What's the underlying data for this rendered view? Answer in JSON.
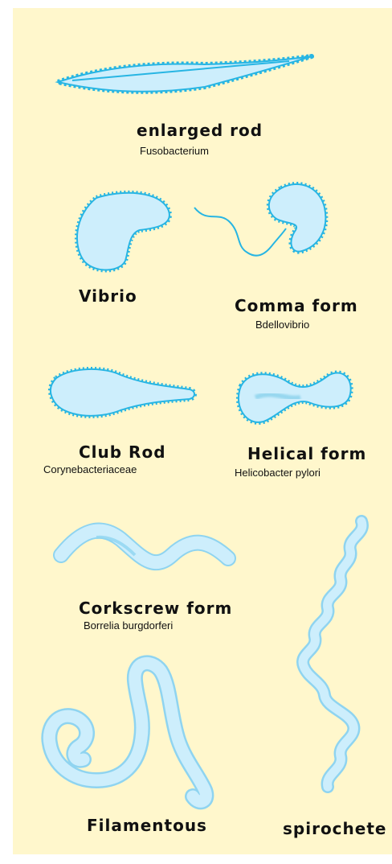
{
  "colors": {
    "background": "#fff7cc",
    "cell_fill": "#cdeefc",
    "cell_outline": "#27b5e3",
    "spiral_fill": "#cdeefc",
    "spiral_outline": "#8fd4f0"
  },
  "shapes": [
    {
      "name": "enlarged-rod",
      "label": "enlarged rod",
      "example": "Fusobacterium"
    },
    {
      "name": "vibrio",
      "label": "Vibrio",
      "example": ""
    },
    {
      "name": "comma-form",
      "label": "Comma form",
      "example": "Bdellovibrio"
    },
    {
      "name": "club-rod",
      "label": "Club Rod",
      "example": "Corynebacteriaceae"
    },
    {
      "name": "helical-form",
      "label": "Helical form",
      "example": "Helicobacter pylori"
    },
    {
      "name": "corkscrew-form",
      "label": "Corkscrew form",
      "example": "Borrelia burgdorferi"
    },
    {
      "name": "filamentous",
      "label": "Filamentous",
      "example": ""
    },
    {
      "name": "spirochete",
      "label": "spirochete",
      "example": ""
    }
  ]
}
